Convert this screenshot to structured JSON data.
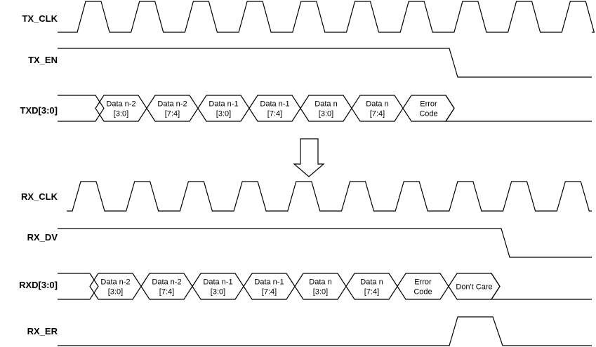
{
  "signals": {
    "tx_clk": "TX_CLK",
    "tx_en": "TX_EN",
    "txd": "TXD[3:0]",
    "rx_clk": "RX_CLK",
    "rx_dv": "RX_DV",
    "rxd": "RXD[3:0]",
    "rx_er": "RX_ER"
  },
  "txd_segments": [
    {
      "line1": "Data n-2",
      "line2": "[3:0]"
    },
    {
      "line1": "Data n-2",
      "line2": "[7:4]"
    },
    {
      "line1": "Data n-1",
      "line2": "[3:0]"
    },
    {
      "line1": "Data n-1",
      "line2": "[7:4]"
    },
    {
      "line1": "Data n",
      "line2": "[3:0]"
    },
    {
      "line1": "Data n",
      "line2": "[7:4]"
    },
    {
      "line1": "Error",
      "line2": "Code"
    }
  ],
  "rxd_segments": [
    {
      "line1": "Data n-2",
      "line2": "[3:0]"
    },
    {
      "line1": "Data n-2",
      "line2": "[7:4]"
    },
    {
      "line1": "Data n-1",
      "line2": "[3:0]"
    },
    {
      "line1": "Data n-1",
      "line2": "[7:4]"
    },
    {
      "line1": "Data n",
      "line2": "[3:0]"
    },
    {
      "line1": "Data n",
      "line2": "[7:4]"
    },
    {
      "line1": "Error",
      "line2": "Code"
    },
    {
      "line1": "Don't Care",
      "line2": ""
    }
  ]
}
